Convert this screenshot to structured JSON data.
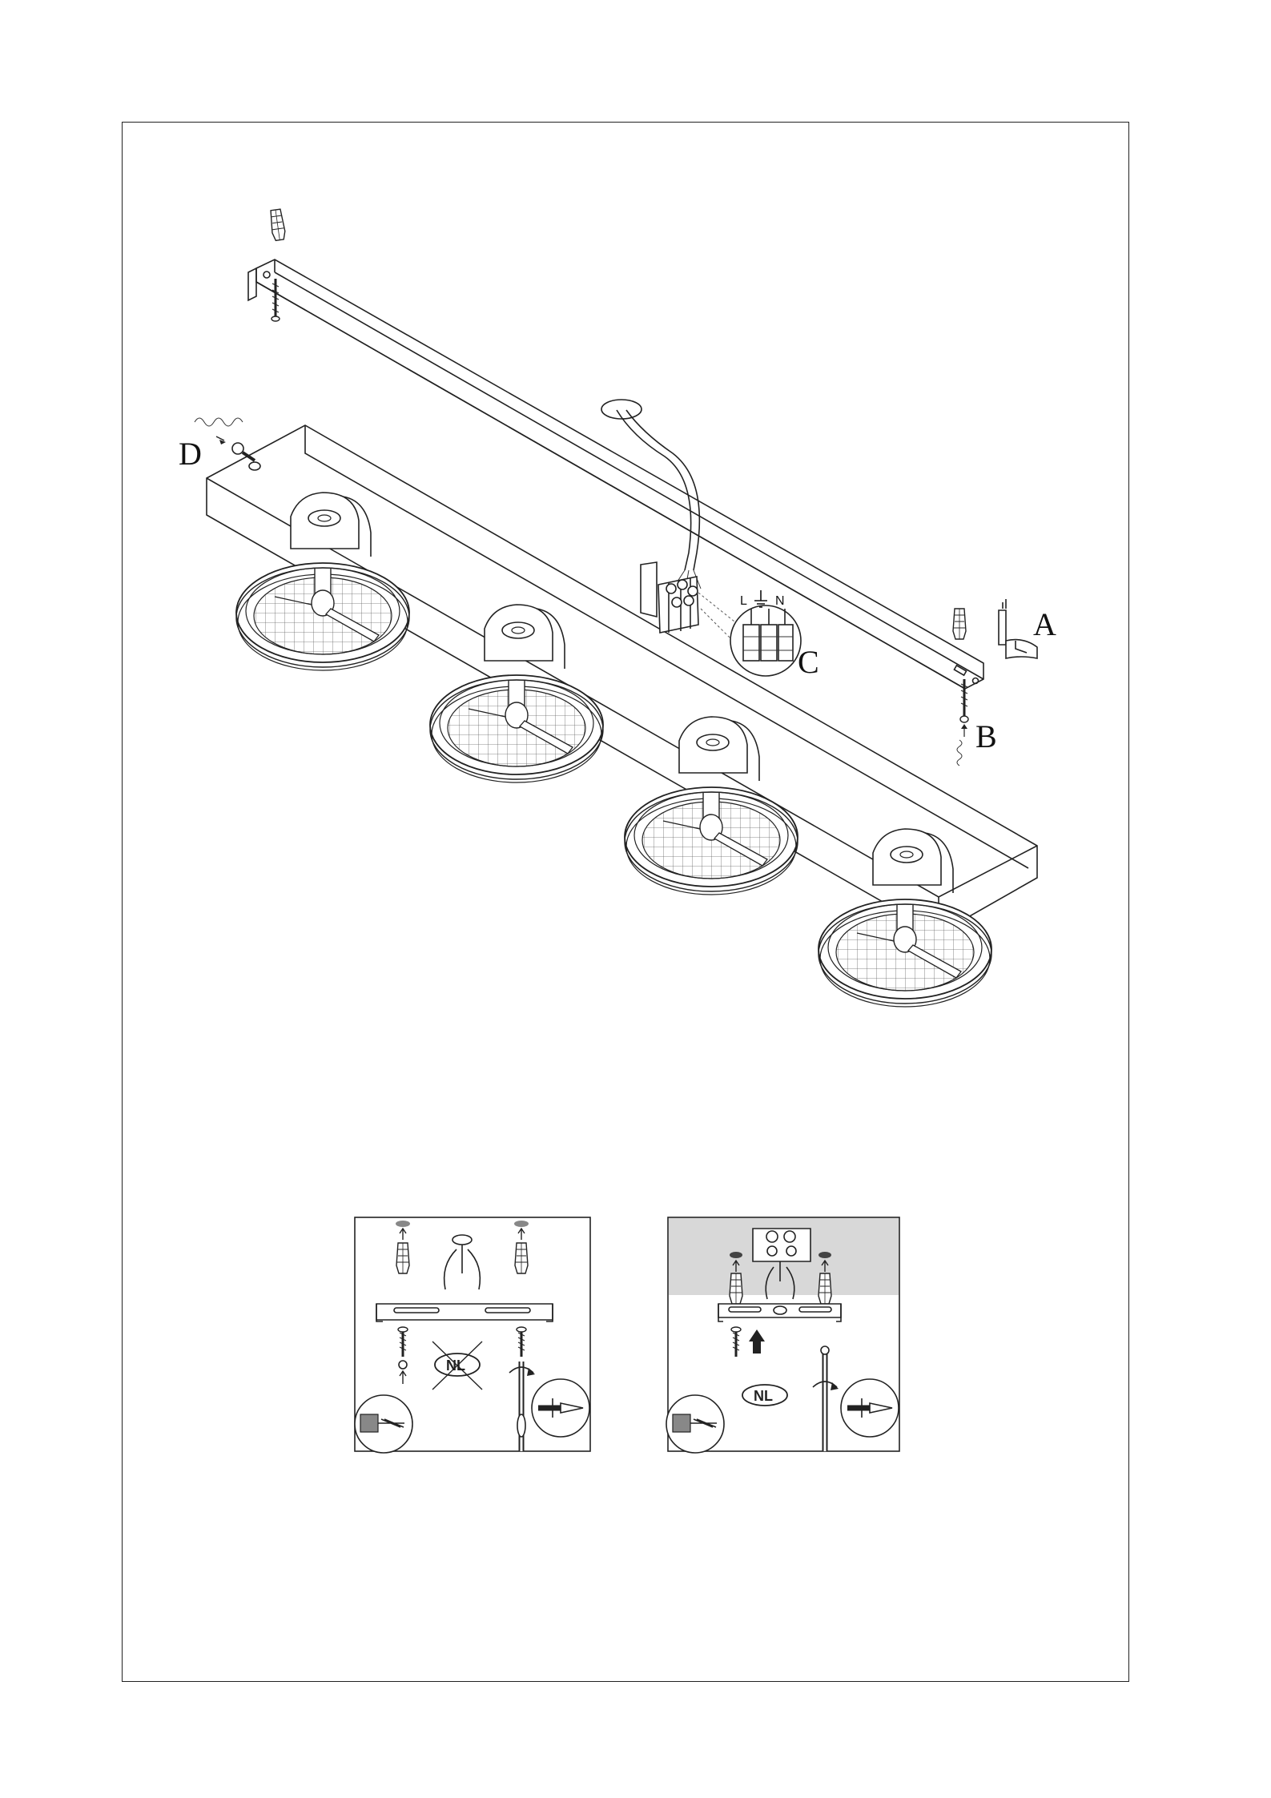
{
  "callouts": {
    "a": "A",
    "b": "B",
    "c": "C",
    "d": "D"
  },
  "terminal_labels": {
    "live": "L",
    "neutral": "N"
  },
  "panels": {
    "left_badge": "NL",
    "right_badge": "NL"
  },
  "icons": {
    "earth": "earth-symbol-icon",
    "wall_plug": "wall-plug-icon",
    "screw": "screw-icon",
    "screwdriver": "screwdriver-icon",
    "drill": "drill-icon",
    "mounting_bracket": "mounting-bracket-icon",
    "junction_box": "junction-box-icon",
    "spotlight": "spotlight-icon",
    "arrow_up": "arrow-up-icon"
  },
  "colors": {
    "line": "#222222",
    "panel_ceiling": "#d8d8d8",
    "background": "#ffffff"
  }
}
